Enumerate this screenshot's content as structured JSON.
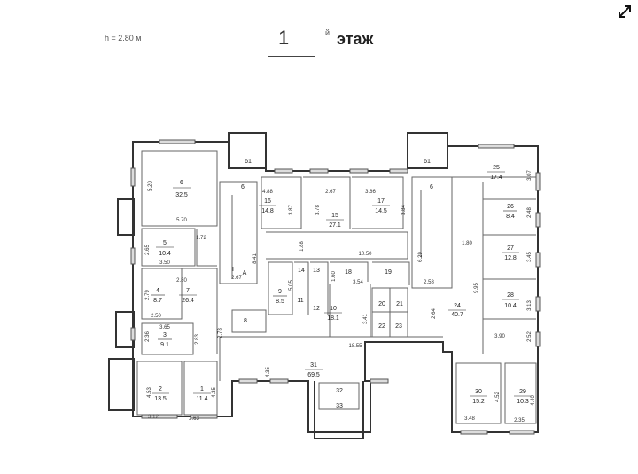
{
  "header": {
    "height_note": "h = 2.80 м",
    "floor_number": "1",
    "floor_superscript": "й",
    "floor_word": "этаж"
  },
  "icons": {
    "expand": "expand-diagonal-arrow-icon"
  },
  "rooms": [
    {
      "n": "6",
      "area": "32.5"
    },
    {
      "n": "5",
      "area": "10.4"
    },
    {
      "n": "4",
      "area": "8.7"
    },
    {
      "n": "7",
      "area": "26.4"
    },
    {
      "n": "3",
      "area": "9.1"
    },
    {
      "n": "2",
      "area": "13.5"
    },
    {
      "n": "1",
      "area": "11.4"
    },
    {
      "n": "16",
      "area": "14.8"
    },
    {
      "n": "15",
      "area": "27.1"
    },
    {
      "n": "17",
      "area": "14.5"
    },
    {
      "n": "25",
      "area": "17.4"
    },
    {
      "n": "26",
      "area": "8.4"
    },
    {
      "n": "27",
      "area": "12.8"
    },
    {
      "n": "28",
      "area": "10.4"
    },
    {
      "n": "24",
      "area": "40.7"
    },
    {
      "n": "9",
      "area": "8.5"
    },
    {
      "n": "10",
      "area": "18.1"
    },
    {
      "n": "31",
      "area": "69.5"
    },
    {
      "n": "30",
      "area": "15.2"
    },
    {
      "n": "29",
      "area": "10.3"
    }
  ],
  "small_labels": [
    "8",
    "11",
    "12",
    "13",
    "14",
    "18",
    "19",
    "20",
    "21",
    "22",
    "23",
    "32",
    "33",
    "61",
    "61",
    "A",
    "I",
    "6",
    "6"
  ],
  "dimensions": [
    "5.20",
    "5.70",
    "1.72",
    "2.65",
    "3.50",
    "2.80",
    "2.79",
    "2.50",
    "3.65",
    "2.36",
    "2.83",
    "4.53",
    "3.12",
    "4.35",
    "2.63",
    "2.78",
    "4.35",
    "18.55",
    "4.88",
    "3.87",
    "2.67",
    "3.78",
    "3.86",
    "3.84",
    "1.88",
    "10.50",
    "8.41",
    "2.67",
    "6.29",
    "2.58",
    "1.80",
    "3.07",
    "2.48",
    "3.45",
    "9.95",
    "3.13",
    "3.90",
    "2.52",
    "2.64",
    "3.41",
    "5.05",
    "1.60",
    "3.54",
    "3.48",
    "4.52",
    "2.35",
    "4.40"
  ]
}
